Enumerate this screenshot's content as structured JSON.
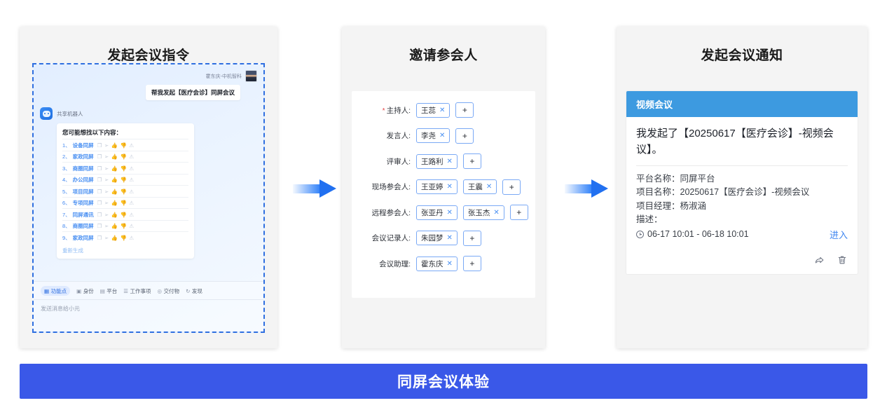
{
  "banner": {
    "text": "同屏会议体验",
    "color": "#3a58e8"
  },
  "arrows": {
    "color": "#2170f0"
  },
  "panel1": {
    "title": "发起会议指令",
    "chat": {
      "user_name": "霍东庆-中机智科",
      "user_message": "帮我发起【医疗会诊】同屏会议",
      "bot_name": "共享机器人",
      "bot_card_title": "您可能想找以下内容：",
      "suggestions": [
        {
          "num": "1、",
          "text": "设备同屏"
        },
        {
          "num": "2、",
          "text": "家政同屏"
        },
        {
          "num": "3、",
          "text": "商圈同屏"
        },
        {
          "num": "4、",
          "text": "办公同屏"
        },
        {
          "num": "5、",
          "text": "项目同屏"
        },
        {
          "num": "6、",
          "text": "专项同屏"
        },
        {
          "num": "7、",
          "text": "同屏通讯"
        },
        {
          "num": "8、",
          "text": "商圈同屏"
        },
        {
          "num": "9、",
          "text": "家政同屏"
        }
      ],
      "regenerate": "重新生成",
      "tools": [
        {
          "label": "功能点",
          "icon": "grid-icon",
          "active": true
        },
        {
          "label": "身份",
          "icon": "id-card-icon",
          "active": false
        },
        {
          "label": "平台",
          "icon": "platform-icon",
          "active": false
        },
        {
          "label": "工作事项",
          "icon": "task-icon",
          "active": false
        },
        {
          "label": "交付物",
          "icon": "deliverable-icon",
          "active": false
        },
        {
          "label": "发现",
          "icon": "refresh-icon",
          "active": false
        }
      ],
      "input_placeholder": "发送消息给小元"
    }
  },
  "panel2": {
    "title": "邀请参会人",
    "form": {
      "add_label": "+",
      "rows": [
        {
          "label": "主持人:",
          "required": true,
          "tags": [
            "王蕊"
          ]
        },
        {
          "label": "发言人:",
          "required": false,
          "tags": [
            "李尧"
          ]
        },
        {
          "label": "评审人:",
          "required": false,
          "tags": [
            "王路利"
          ]
        },
        {
          "label": "现场参会人:",
          "required": false,
          "tags": [
            "王亚婷",
            "王震"
          ]
        },
        {
          "label": "远程参会人:",
          "required": false,
          "tags": [
            "张亚丹",
            "张玉杰"
          ]
        },
        {
          "label": "会议记录人:",
          "required": false,
          "tags": [
            "朱园梦"
          ]
        },
        {
          "label": "会议助理:",
          "required": false,
          "tags": [
            "霍东庆"
          ]
        }
      ]
    }
  },
  "panel3": {
    "title": "发起会议通知",
    "card": {
      "header": "视频会议",
      "header_color": "#3d9ae0",
      "lead": "我发起了【20250617【医疗会诊】-视频会议】。",
      "fields": [
        "平台名称：同屏平台",
        "项目名称：20250617【医疗会诊】-视频会议",
        "项目经理：杨淑涵",
        "描述："
      ],
      "time_range": "06-17 10:01 - 06-18 10:01",
      "enter_label": "进入",
      "actions": [
        "share-icon",
        "trash-icon"
      ]
    }
  }
}
